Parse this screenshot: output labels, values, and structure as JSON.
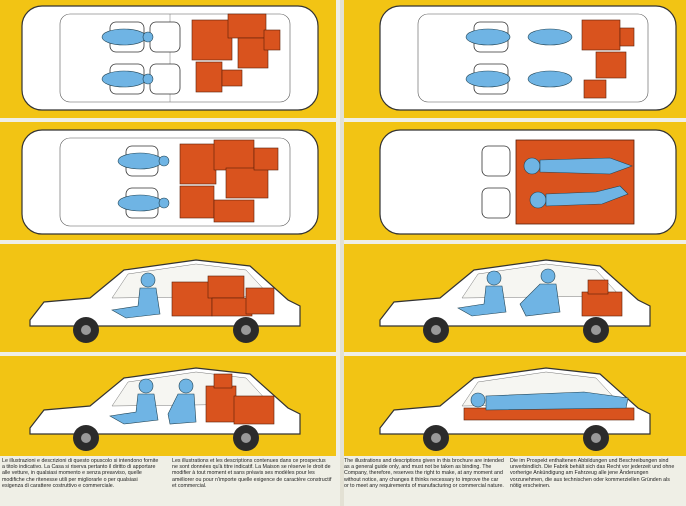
{
  "colors": {
    "page_background": "#efefe6",
    "panel_yellow": "#f2c414",
    "passenger_blue": "#6fb4e4",
    "cargo_orange": "#d9531e",
    "car_outline": "#333333",
    "wheel_dark": "#2b2b2b"
  },
  "captions": {
    "italian": "Le illustrazioni e descrizioni di questo opuscolo si intendono fornite a titolo indicativo. La Casa si riserva pertanto il diritto di apportare alle vetture, in qualsiasi momento e senza preavviso, quelle modifiche che ritenesse utili per migliorarle o per qualsiasi esigenza di carattere costruttivo e commerciale.",
    "french": "Les illustrations et les descriptions contenues dans ce prospectus ne sont données qu'à titre indicatif. La Maison se réserve le droit de modifier à tout moment et sans préavis ses modèles pour les améliorer ou pour n'importe quelle exigence de caractère constructif et commercial.",
    "english": "The illustrations and descriptions given in this brochure are intended as a general guide only, and must not be taken as binding. The Company, therefore, reserves the right to make, at any moment and without notice, any changes it thinks necessary to improve the car or to meet any requirements of manufacturing or commercial nature.",
    "german": "Die im Prospekt enthaltenen Abbildungen und Beschreibungen sind unverbindlich. Die Fabrik behält sich das Recht vor jederzeit und ohne vorherige Ankündigung am Fahrzeug alle jene Änderungen vorzunehmen, die aus technischen oder kommerziellen Gründen als nötig erscheinen."
  }
}
